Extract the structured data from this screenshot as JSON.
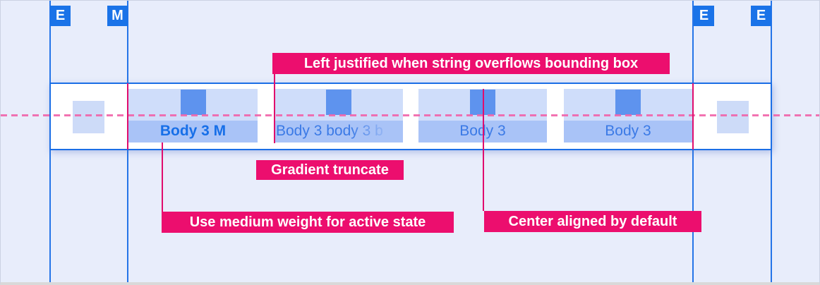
{
  "colors": {
    "background": "#e8edfb",
    "guide_blue": "#2575e8",
    "marker_blue": "#1a73e8",
    "bar_border_blue": "#1b6ee6",
    "tab_icon_area_blue": "#cfddfa",
    "tab_label_area_blue": "#a9c3f7",
    "tab_icon_blue": "#5e93ee",
    "edge_spacer_blue": "#cddbf8",
    "active_label_blue": "#176fe8",
    "inactive_label_blue": "#3b7ae6",
    "annotation_pink": "#ec0e6e",
    "dashed_baseline_pink": "#f06fad"
  },
  "markers": {
    "left_edge": "E",
    "left_margin": "M",
    "right_content": "E",
    "right_edge": "E"
  },
  "tabbar": {
    "tabs": [
      {
        "label": "Body 3 M",
        "state": "active",
        "alignment": "center"
      },
      {
        "label": "Body 3 body 3 b",
        "state": "inactive",
        "alignment": "left",
        "truncation": "gradient"
      },
      {
        "label": "Body 3",
        "state": "inactive",
        "alignment": "center"
      },
      {
        "label": "Body 3",
        "state": "inactive",
        "alignment": "center"
      }
    ]
  },
  "annotations": {
    "left_justified": "Left justified when string overflows bounding box",
    "gradient_truncate": "Gradient truncate",
    "medium_weight": "Use medium weight for active state",
    "center_aligned": "Center aligned by default"
  }
}
